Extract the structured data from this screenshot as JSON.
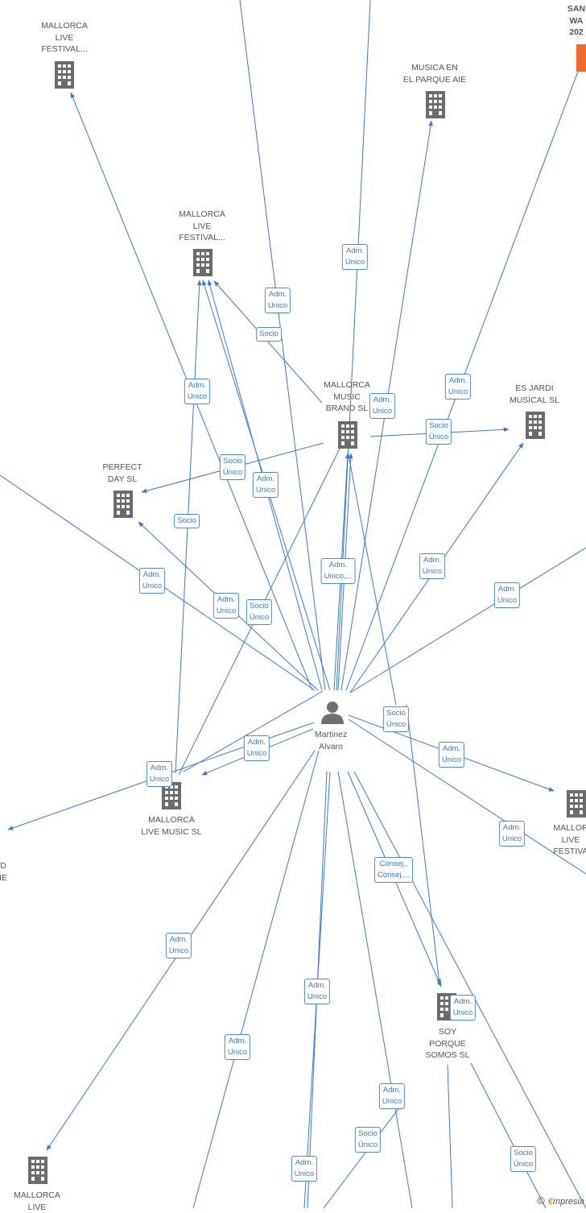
{
  "center": {
    "name": "Martinez\nAlvaro"
  },
  "companies": [
    {
      "id": "mallorca-live-festival-top",
      "label": "MALLORCA\nLIVE\nFESTIVAL..."
    },
    {
      "id": "musica-en-el-parque",
      "label": "MUSICA EN\nEL PARQUE AIE"
    },
    {
      "id": "san-wa-202",
      "label": "SAN\nWA\n202",
      "highlight": true
    },
    {
      "id": "mallorca-live-festival-mid",
      "label": "MALLORCA\nLIVE\nFESTIVAL..."
    },
    {
      "id": "mallorca-music-brand",
      "label": "MALLORCA\nMUSIC\nBRAND  SL"
    },
    {
      "id": "es-jardi-musical",
      "label": "ES JARDI\nMUSICAL  SL"
    },
    {
      "id": "perfect-day",
      "label": "PERFECT\nDAY  SL"
    },
    {
      "id": "mallorca-live-music",
      "label": "MALLORCA\nLIVE MUSIC  SL"
    },
    {
      "id": "mallorca-live-festiva-right",
      "label": "MALLOR\nLIVE\nFESTIVA"
    },
    {
      "id": "left-edge-company",
      "label": "D\nIE"
    },
    {
      "id": "soy-porque-somos",
      "label": "SOY\nPORQUE\nSOMOS  SL"
    },
    {
      "id": "mallorca-live-bottom",
      "label": "MALLORCA\nLIVE"
    }
  ],
  "edge_labels": [
    "Adm.\nUnico",
    "Adm.\nUnico",
    "Socio",
    "Adm.\nUnico",
    "Adm.\nUnico",
    "Adm.\nUnico",
    "Socio\nÚnico",
    "Socio\nÚnico",
    "Adm.\nUnico",
    "Socio",
    "Adm.\nUnico",
    "Adm.\nUnico",
    "Adm.\nUnico,...",
    "Adm.\nUnico",
    "Socio\nÚnico",
    "Adm.\nUnico",
    "Socio\nÚnico",
    "Adm.\nUnico",
    "Adm.\nUnico",
    "Adm.\nUnico",
    "Adm.\nUnico",
    "Consej.,\nConsej....",
    "Adm.\nUnico",
    "Adm.\nUnico",
    "Adm.\nUnico",
    "Adm.\nUnico",
    "Adm.\nUnico",
    "Socio\nÚnico",
    "Adm.\nUnico",
    "Socio\nÚnico"
  ],
  "colors": {
    "edge": "#3a78d4",
    "building": "#6b6b6b",
    "highlight": "#f06a30",
    "person": "#707070"
  },
  "footer": {
    "copyright": "©",
    "brand_e": "€",
    "brand_rest": "mpresia"
  }
}
